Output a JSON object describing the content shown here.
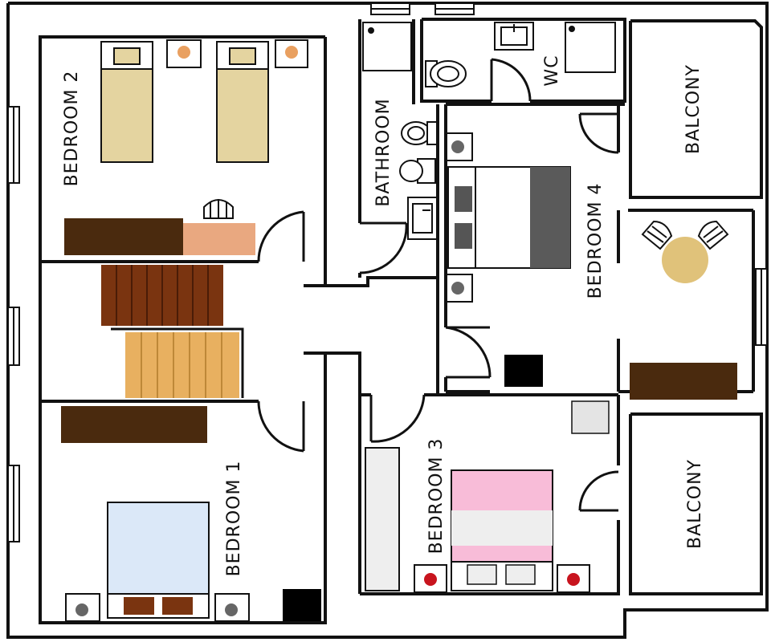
{
  "rooms": {
    "bedroom_1": "BEDROOM 1",
    "bedroom_2": "BEDROOM 2",
    "bedroom_3": "BEDROOM 3",
    "bedroom_4": "BEDROOM 4",
    "bathroom": "BATHROOM",
    "wc": "WC",
    "balcony_top": "BALCONY",
    "balcony_bottom": "BALCONY"
  },
  "colors": {
    "wall": "#111111",
    "bed_beige": "#e4d4a0",
    "dark_wood": "#4a2a0e",
    "desk_peach": "#e9a880",
    "stairs_dark": "#7a3410",
    "stairs_light": "#e8b060",
    "blanket_blue": "#dbe8f8",
    "blanket_pink": "#f8bcd8",
    "grey_bed": "#5a5a5a",
    "table_round": "#e0c27a",
    "nightstand_red": "#c8141e",
    "lamp_orange": "#e9a060"
  }
}
